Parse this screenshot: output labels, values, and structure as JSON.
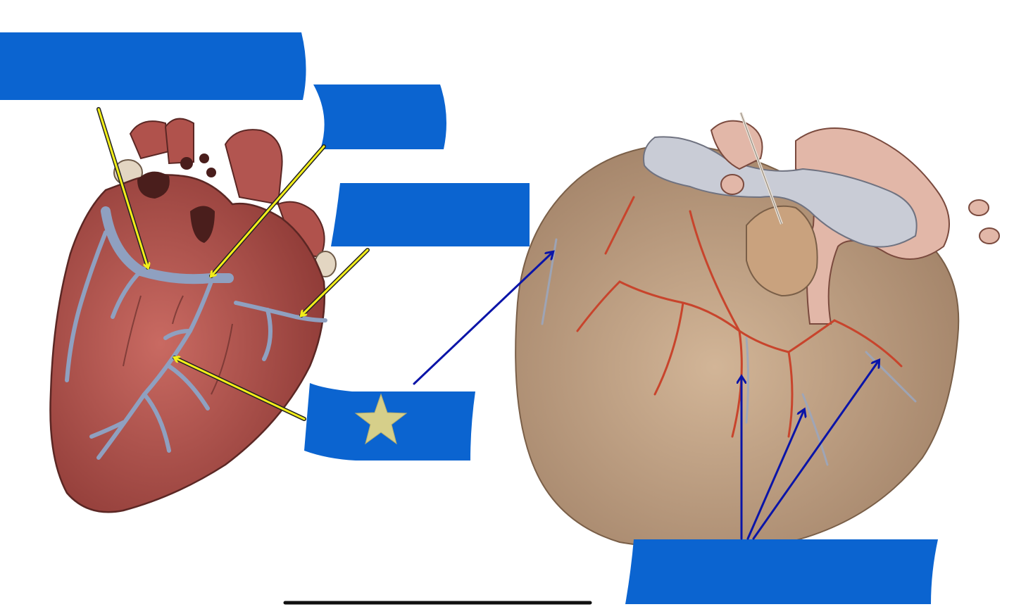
{
  "diagram": {
    "colors": {
      "label_box": "#0b64d0",
      "yellow_arrow": "#f2ee1a",
      "blue_arrow": "#0a14a8",
      "star": "#d6cf8a",
      "heart_left_muscle": "#b85a52",
      "heart_left_vein": "#8fa0c0",
      "heart_right_muscle": "#c4a587",
      "heart_right_vessel": "#c8442c",
      "pericardium_gray": "#c9ccd6"
    },
    "labels": [
      {
        "id": "label-1",
        "text": ""
      },
      {
        "id": "label-2",
        "text": ""
      },
      {
        "id": "label-3",
        "text": ""
      },
      {
        "id": "label-4",
        "text": "",
        "marker": "star-icon"
      },
      {
        "id": "label-5",
        "text": ""
      }
    ]
  }
}
